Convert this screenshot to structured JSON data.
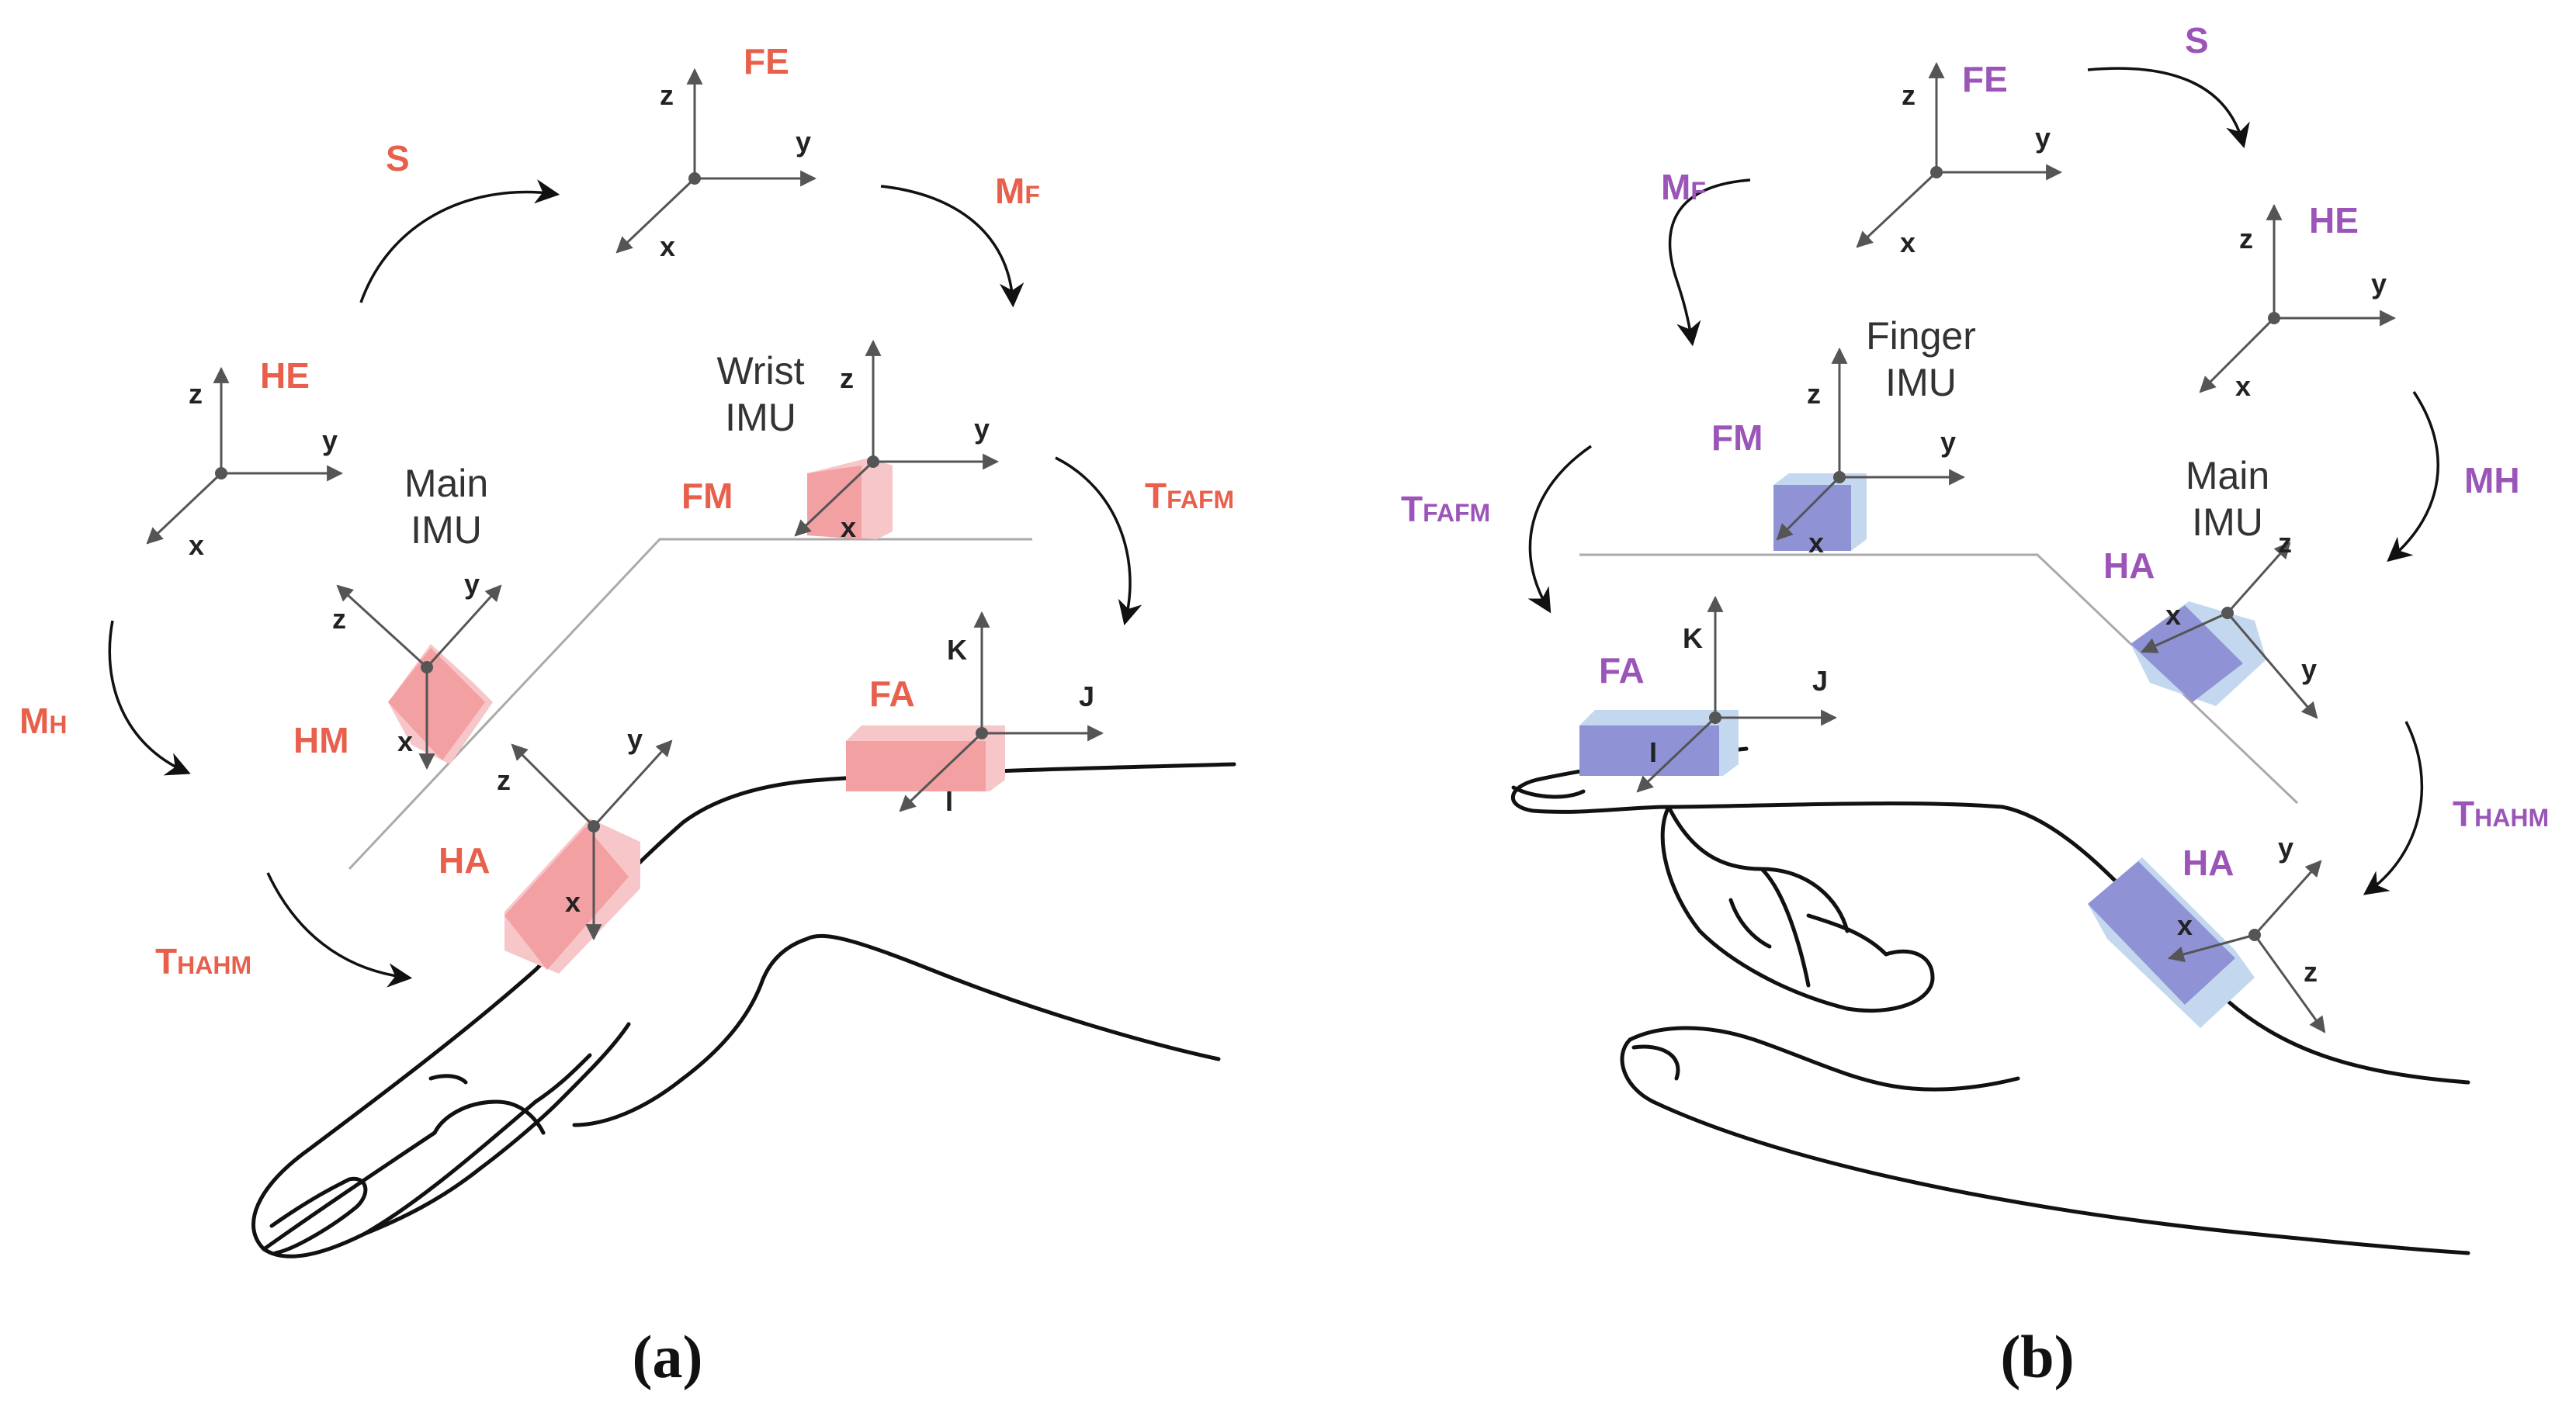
{
  "panel_a": {
    "caption": "(a)",
    "frames": {
      "FE": "FE",
      "HE": "HE",
      "FM": "FM",
      "HM": "HM",
      "HA": "HA",
      "FA": "FA"
    },
    "transforms": {
      "S": "S",
      "MF": {
        "main": "M",
        "sub": "F"
      },
      "MH": {
        "main": "M",
        "sub": "H"
      },
      "TFAFM": {
        "main": "T",
        "sub": "FAFM"
      },
      "THAHM": {
        "main": "T",
        "sub": "HAHM"
      }
    },
    "imu_labels": {
      "wrist_line1": "Wrist",
      "wrist_line2": "IMU",
      "main_line1": "Main",
      "main_line2": "IMU"
    },
    "axes": {
      "x": "x",
      "y": "y",
      "z": "z",
      "I": "I",
      "J": "J",
      "K": "K"
    },
    "color": "#e8604c",
    "imu_color": "#f3a0a3"
  },
  "panel_b": {
    "caption": "(b)",
    "frames": {
      "FE": "FE",
      "HE": "HE",
      "FM": "FM",
      "HA_top": "HA",
      "HA_bottom": "HA",
      "FA": "FA"
    },
    "transforms": {
      "S": "S",
      "MF": {
        "main": "M",
        "sub": "F"
      },
      "MH": "MH",
      "TFAFM": {
        "main": "T",
        "sub": "FAFM"
      },
      "THAHM": {
        "main": "T",
        "sub": "HAHM"
      }
    },
    "imu_labels": {
      "finger_line1": "Finger",
      "finger_line2": "IMU",
      "main_line1": "Main",
      "main_line2": "IMU"
    },
    "axes": {
      "x": "x",
      "y": "y",
      "z": "z",
      "I": "I",
      "J": "J",
      "K": "K"
    },
    "color": "#9b55b8",
    "imu_color": "#8f93d6"
  }
}
